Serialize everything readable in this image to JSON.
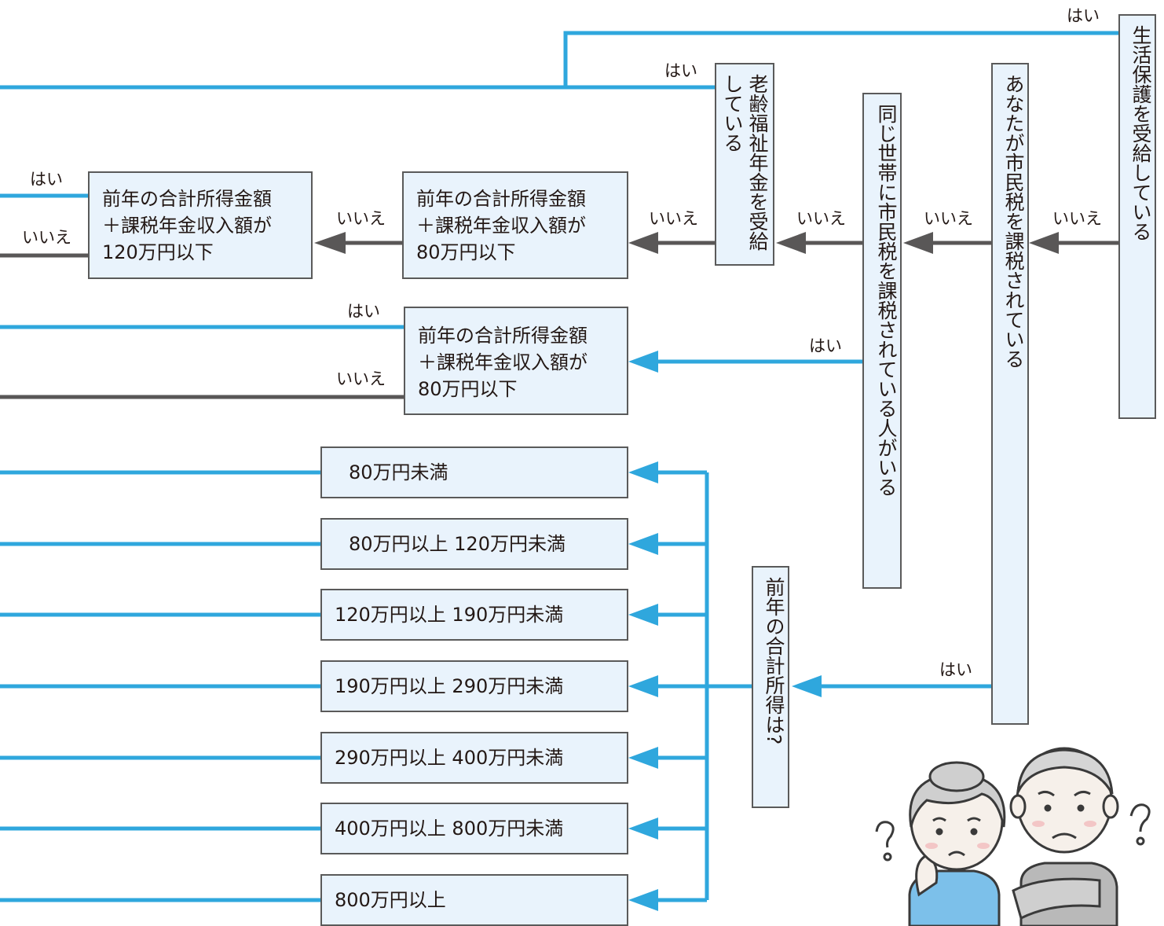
{
  "colors": {
    "blue": "#2fa7dd",
    "gray": "#595757",
    "box_fill": "#e9f3fc",
    "box_border": "#5a5a5a"
  },
  "boxes": {
    "welfare": "生活保護を受給している",
    "taxed_you": "あなたが市民税を課税されている",
    "household": "同じ世帯に市民税を課税されている人がいる",
    "pension": "老齢福祉年金を受給している",
    "income_q": "前年の合計所得は?",
    "inc80_a": "前年の合計所得金額\n＋課税年金収入額が\n80万円以下",
    "inc120": "前年の合計所得金額\n＋課税年金収入額が\n120万円以下",
    "inc80_b": "前年の合計所得金額\n＋課税年金収入額が\n80万円以下"
  },
  "brackets": [
    "80万円未満",
    "80万円以上 120万円未満",
    "120万円以上 190万円未満",
    "190万円以上 290万円未満",
    "290万円以上 400万円未満",
    "400万円以上 800万円未満",
    "800万円以上"
  ],
  "labels": {
    "yes": "はい",
    "no": "いいえ"
  },
  "illustration": "confused-elderly-couple-icon"
}
